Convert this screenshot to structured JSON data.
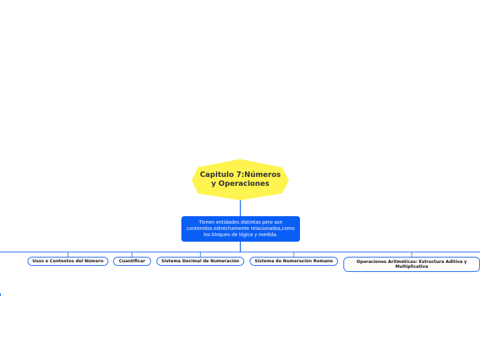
{
  "map": {
    "root": {
      "title": "Capitulo 7:Números y Operaciones",
      "color": "#fff44f"
    },
    "description": {
      "text": "Tienen entidades distintas pero son contenidos estrechamente relacionados,como los bloques de lógica y medida.",
      "color": "#0b5ef5"
    },
    "branches": [
      {
        "label": "Usos o Contextos del Número"
      },
      {
        "label": "Cuantificar"
      },
      {
        "label": "Sistema Decimal de Numeración"
      },
      {
        "label": "Sistema de Numeración Romano"
      },
      {
        "label": "Operaciones Aritméticas: Estructura Aditiva y Multiplicativa"
      }
    ],
    "connector_color": "#0b5ef5"
  }
}
